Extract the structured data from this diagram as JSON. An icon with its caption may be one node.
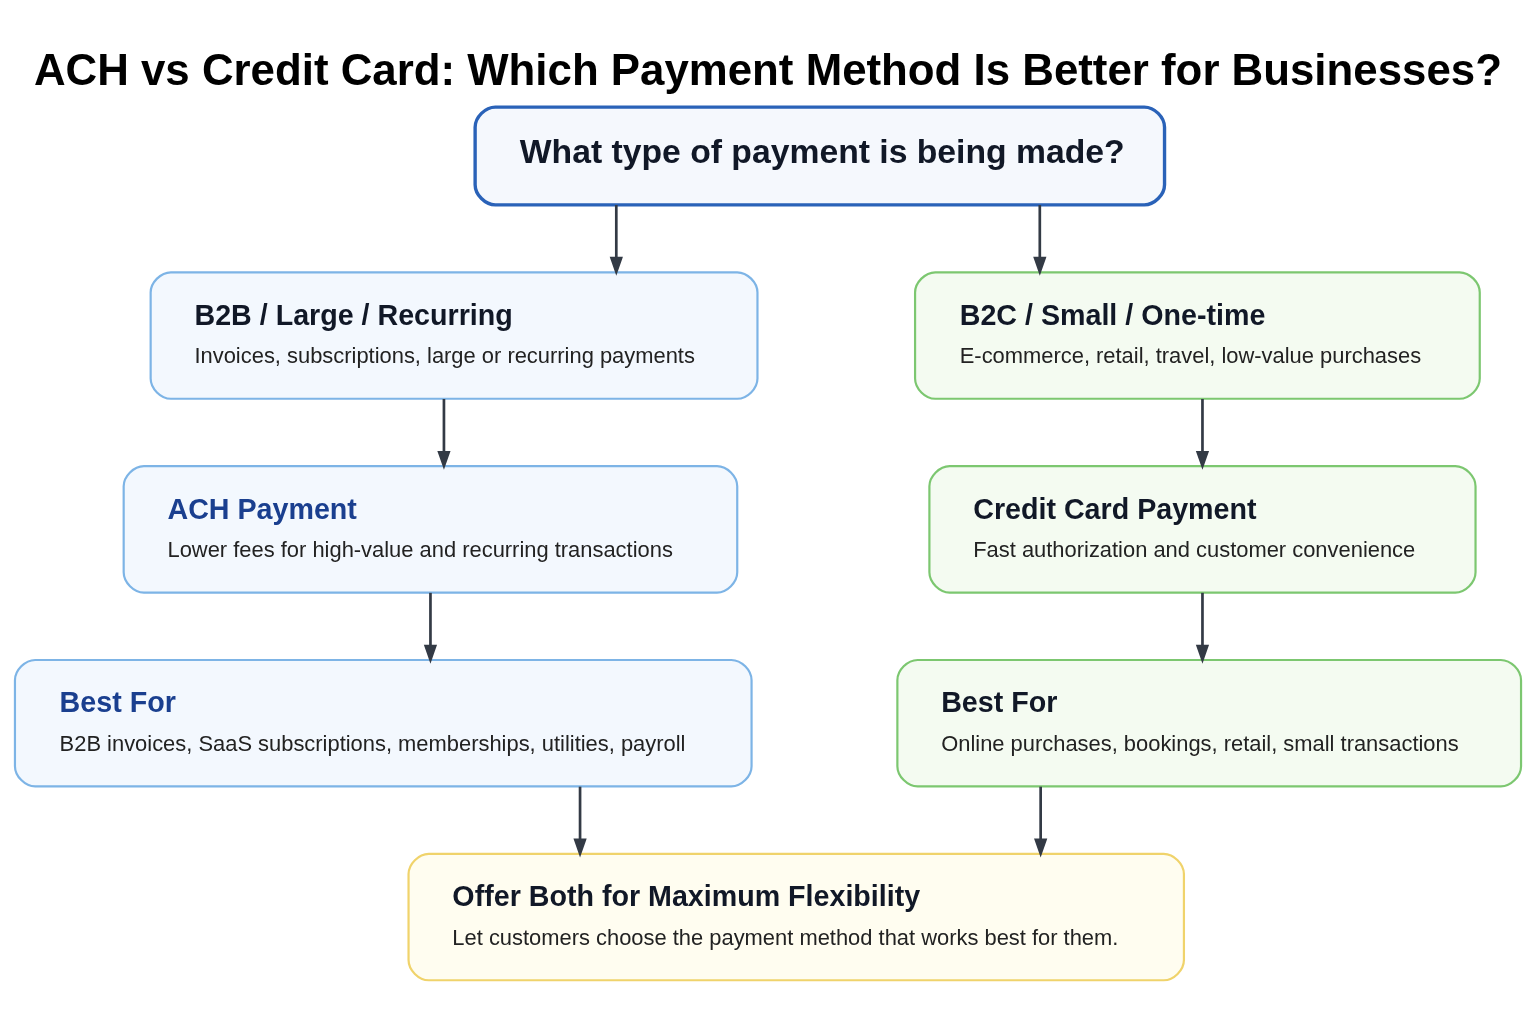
{
  "diagram": {
    "title": "ACH vs Credit Card: Which Payment Method Is Better for Businesses?",
    "nodes": [
      {
        "text": [
          "What type of payment is being made?"
        ]
      },
      {
        "text": [
          "B2B / Large / Recurring",
          "Invoices, subscriptions, large or recurring payments"
        ]
      },
      {
        "text": [
          "B2C / Small / One-time",
          "E-commerce, retail, travel, low-value purchases"
        ]
      },
      {
        "text": [
          "ACH Payment",
          "Lower fees for high-value and recurring transactions"
        ]
      },
      {
        "text": [
          "Credit Card Payment",
          "Fast authorization and customer convenience"
        ]
      },
      {
        "text": [
          "Best For",
          "B2B invoices, SaaS subscriptions, memberships, utilities, payroll"
        ]
      },
      {
        "text": [
          "Best For",
          "Online purchases, bookings, retail, small transactions"
        ]
      },
      {
        "text": [
          "Offer Both for Maximum Flexibility",
          "Let customers choose the payment method that works best for them."
        ]
      }
    ],
    "edges": [
      {
        "from": 0,
        "to": 1,
        "arrow": "to"
      },
      {
        "from": 0,
        "to": 2,
        "arrow": "to"
      },
      {
        "from": 1,
        "to": 3,
        "arrow": "to"
      },
      {
        "from": 2,
        "to": 4,
        "arrow": "to"
      },
      {
        "from": 3,
        "to": 5,
        "arrow": "to"
      },
      {
        "from": 4,
        "to": 6,
        "arrow": "to"
      },
      {
        "from": 5,
        "to": 7,
        "arrow": "to"
      },
      {
        "from": 6,
        "to": 7,
        "arrow": "to"
      }
    ]
  }
}
